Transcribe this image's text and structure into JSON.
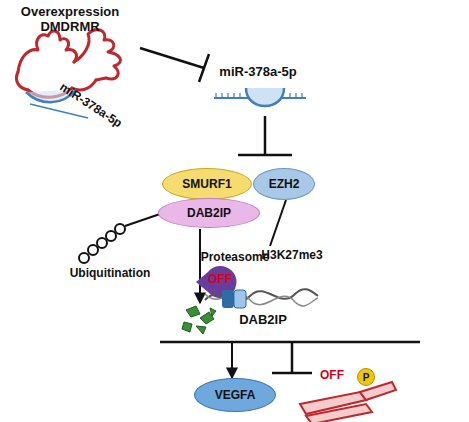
{
  "diagram": {
    "nodes": [
      {
        "text": [
          "SMURF1"
        ]
      },
      {
        "text": [
          "EZH2"
        ]
      },
      {
        "text": [
          "DAB2IP"
        ]
      },
      {
        "text": [
          "VEGFA"
        ]
      },
      {
        "text": [
          "P"
        ]
      }
    ],
    "labels": [
      "Overexpression DMDRMR",
      "miR-378a-5p",
      "miR-378a-5p",
      "Ubiquitination",
      "Proteasome",
      "H3K27me3",
      "OFF",
      "DAB2IP",
      "OFF"
    ]
  }
}
